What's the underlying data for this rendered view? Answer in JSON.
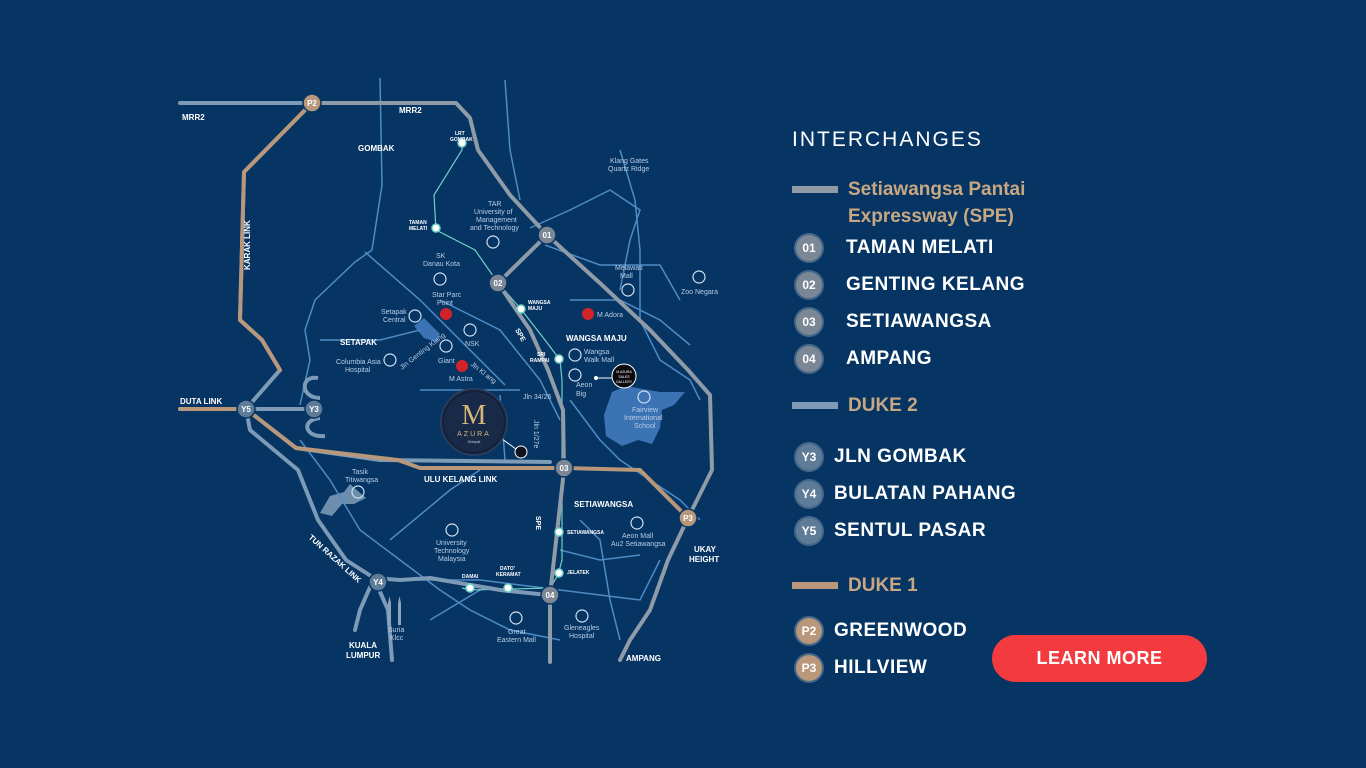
{
  "colors": {
    "background": "#063463",
    "spe": "#8f9ca8",
    "duke2": "#7d9ab7",
    "duke1": "#b8977a",
    "button": "#f23a3f",
    "route": "#4d8cc4"
  },
  "legend": {
    "title": "INTERCHANGES",
    "spe": {
      "title_line1": "Setiawangsa Pantai",
      "title_line2": "Expressway (SPE)",
      "items": [
        {
          "code": "01",
          "name": "TAMAN MELATI"
        },
        {
          "code": "02",
          "name": "GENTING KELANG"
        },
        {
          "code": "03",
          "name": "SETIAWANGSA"
        },
        {
          "code": "04",
          "name": "AMPANG"
        }
      ]
    },
    "duke2": {
      "title": "DUKE 2",
      "items": [
        {
          "code": "Y3",
          "name": "JLN GOMBAK"
        },
        {
          "code": "Y4",
          "name": "BULATAN PAHANG"
        },
        {
          "code": "Y5",
          "name": "SENTUL PASAR"
        }
      ]
    },
    "duke1": {
      "title": "DUKE 1",
      "items": [
        {
          "code": "P2",
          "name": "GREENWOOD"
        },
        {
          "code": "P3",
          "name": "HILLVIEW"
        }
      ]
    }
  },
  "cta": {
    "label": "LEARN MORE"
  },
  "map": {
    "roads": {
      "mrr2_left": "MRR2",
      "mrr2_top": "MRR2",
      "karak_link": "KARAK LINK",
      "duta_link": "DUTA LINK",
      "ulu_kelang_link": "ULU KELANG LINK",
      "tun_razak_link": "TUN RAZAK LINK",
      "spe_north": "SPE",
      "spe_south": "SPE",
      "jln_genting_klang": "Jln Genting Klang",
      "jln_klang": "Jln Kl ang",
      "jln_34_26": "Jln 34/26",
      "jln_1_27e": "Jln 1/27e"
    },
    "areas": {
      "gombak": "GOMBAK",
      "setapak": "SETAPAK",
      "wangsa_maju": "WANGSA MAJU",
      "setiawangsa": "SETIAWANGSA",
      "ukay_line1": "UKAY",
      "ukay_line2": "HEIGHT",
      "kl_line1": "KUALA",
      "kl_line2": "LUMPUR",
      "ampang": "AMPANG"
    },
    "stations": {
      "lrt_gombak_1": "LRT",
      "lrt_gombak_2": "GOMBAK",
      "taman_melati_1": "TAMAN",
      "taman_melati_2": "MELATI",
      "wangsa_maju_1": "WANGSA",
      "wangsa_maju_2": "MAJU",
      "sri_rampai_1": "SRI",
      "sri_rampai_2": "RAMPAI",
      "setiawangsa": "SETIAWANGSA",
      "jelatek": "JELATEK",
      "datok_keramat_1": "DATO'",
      "datok_keramat_2": "KERAMAT",
      "damai": "DAMAI"
    },
    "places": {
      "klang_gates_1": "Klang Gates",
      "klang_gates_2": "Quartz Ridge",
      "tar_1": "TAR",
      "tar_2": "University of",
      "tar_3": "Management",
      "tar_4": "and Technology",
      "sk_1": "SK",
      "sk_2": "Danau Kota",
      "melawati_1": "Melawati",
      "melawati_2": "Mall",
      "zoo": "Zoo Negara",
      "star_parc_1": "Star Parc",
      "star_parc_2": "Point",
      "setapak_central_1": "Setapak",
      "setapak_central_2": "Central",
      "nsk": "NSK",
      "m_adora": "M Adora",
      "columbia_1": "Columbia Asia",
      "columbia_2": "Hospital",
      "giant": "Giant",
      "wangsa_walk_1": "Wangsa",
      "wangsa_walk_2": "Walk Mall",
      "aeon_big_1": "Aeon",
      "aeon_big_2": "Big",
      "m_astra": "M Astra",
      "fairview_1": "Fairview",
      "fairview_2": "International",
      "fairview_3": "School",
      "tasik_1": "Tasik",
      "tasik_2": "Titiwangsa",
      "utm_1": "University",
      "utm_2": "Technology",
      "utm_3": "Malaysia",
      "aeon_au2_1": "Aeon Mall",
      "aeon_au2_2": "Au2 Setiawangsa",
      "suria_1": "Suria",
      "suria_2": "Klcc",
      "great_eastern_1": "Great",
      "great_eastern_2": "Eastern Mall",
      "gleneagles_1": "Gleneagles",
      "gleneagles_2": "Hospital"
    },
    "gallery_1": "M AZURA",
    "gallery_2": "SALES",
    "gallery_3": "GALLERY",
    "project_logo_letter": "M",
    "project_name": "AZURA",
    "project_sub": "Setapak"
  }
}
